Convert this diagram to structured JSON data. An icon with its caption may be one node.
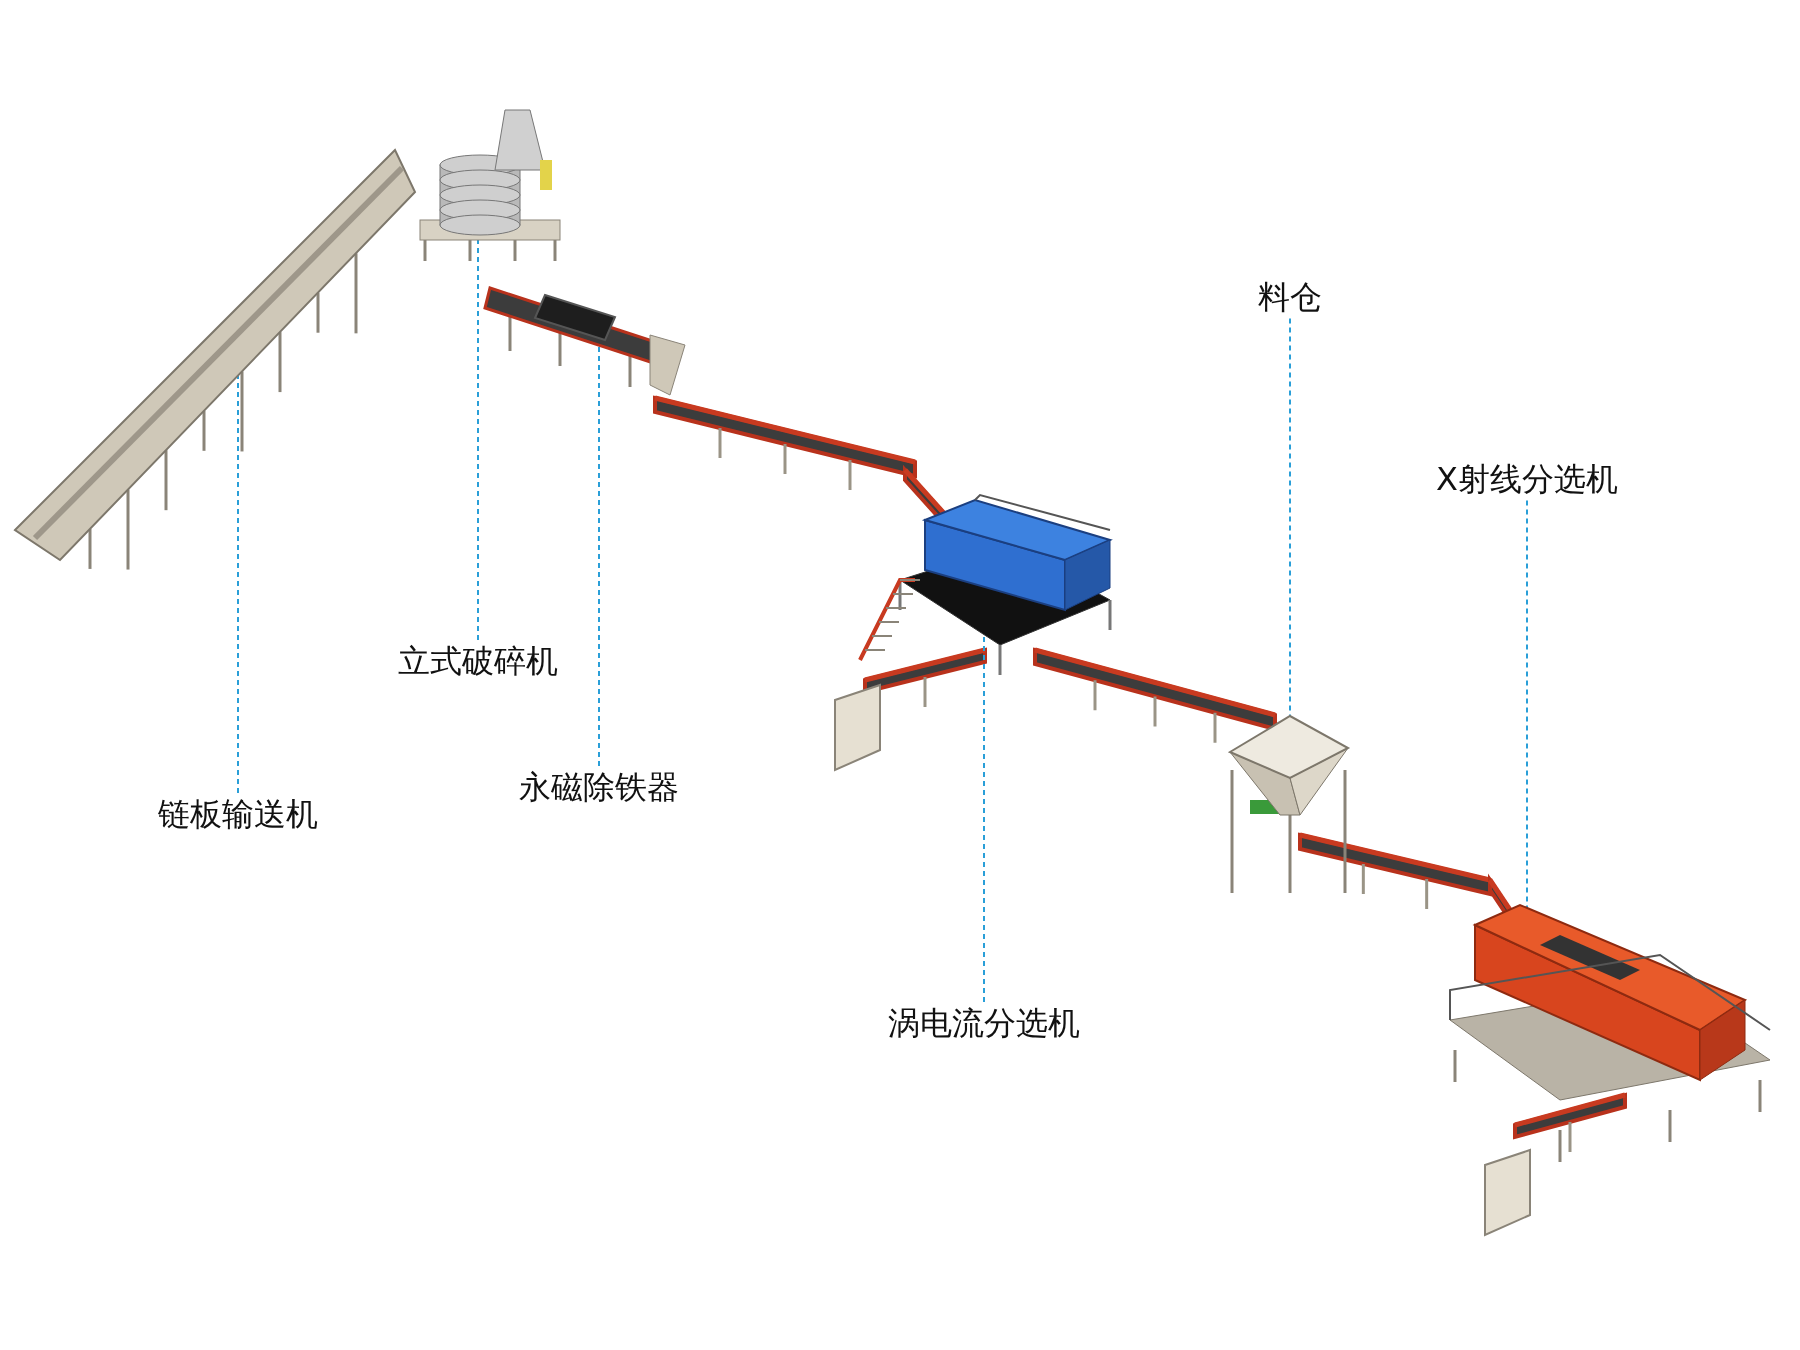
{
  "diagram": {
    "nodes": [
      {
        "text": [],
        "shape": "picture"
      },
      {
        "text": [],
        "shape": "picture"
      },
      {
        "text": [],
        "shape": "picture"
      },
      {
        "text": [],
        "shape": "picture"
      },
      {
        "text": [],
        "shape": "picture"
      },
      {
        "text": [],
        "shape": "picture"
      },
      {
        "text": [
          "链板输送机"
        ]
      },
      {
        "text": [
          "立式破碎机"
        ]
      },
      {
        "text": [
          "永磁除铁器"
        ]
      },
      {
        "text": [
          "涡电流分选机"
        ]
      },
      {
        "text": [
          "料仓"
        ]
      },
      {
        "text": [
          "X射线分选机"
        ]
      }
    ],
    "edges": [
      {
        "from": 6,
        "to": 0,
        "arrow": "none",
        "style": "dashed"
      },
      {
        "from": 7,
        "to": 1,
        "arrow": "none",
        "style": "dashed"
      },
      {
        "from": 8,
        "to": 2,
        "arrow": "none",
        "style": "dashed"
      },
      {
        "from": 9,
        "to": 3,
        "arrow": "none",
        "style": "dashed"
      },
      {
        "from": 10,
        "to": 4,
        "arrow": "none",
        "style": "dashed"
      },
      {
        "from": 11,
        "to": 5,
        "arrow": "none",
        "style": "dashed"
      }
    ]
  }
}
